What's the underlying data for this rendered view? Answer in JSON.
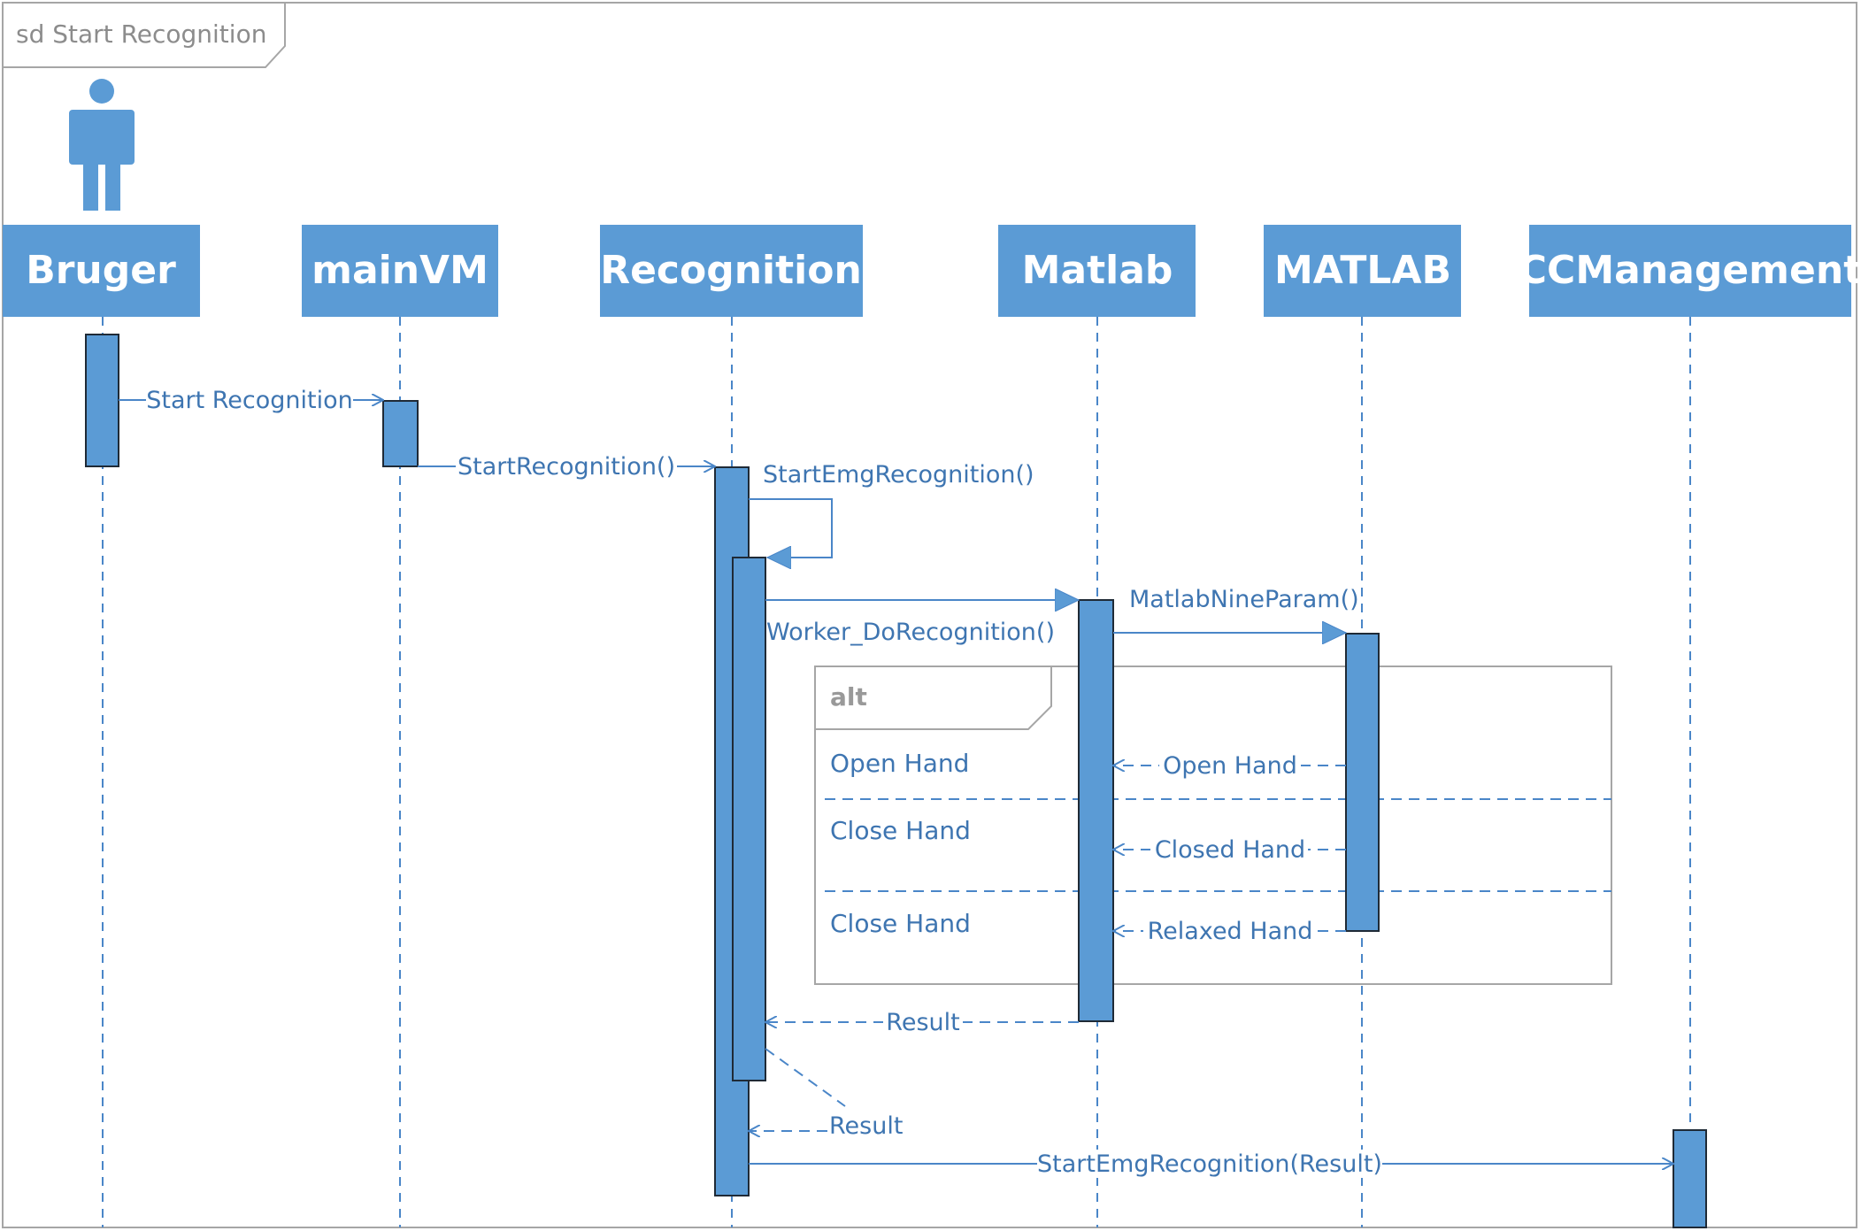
{
  "frame_title": "sd Start Recognition",
  "lifelines": [
    {
      "id": "bruger",
      "label": "Bruger",
      "is_actor": true
    },
    {
      "id": "mainvm",
      "label": "mainVM"
    },
    {
      "id": "recognition",
      "label": "Recognition"
    },
    {
      "id": "matlab",
      "label": "Matlab"
    },
    {
      "id": "matlab_engine",
      "label": "MATLAB"
    },
    {
      "id": "ccmanagement",
      "label": "CCManagement"
    }
  ],
  "messages": [
    {
      "label": "Start Recognition",
      "from": "Bruger",
      "to": "mainVM",
      "kind": "async"
    },
    {
      "label": "StartRecognition()",
      "from": "mainVM",
      "to": "Recognition",
      "kind": "async"
    },
    {
      "label": "StartEmgRecognition()",
      "from": "Recognition",
      "to": "Recognition",
      "kind": "self"
    },
    {
      "label": "Worker_DoRecognition()",
      "from": "Recognition",
      "to": "Matlab",
      "kind": "sync"
    },
    {
      "label": "MatlabNineParam()",
      "from": "Matlab",
      "to": "MATLAB",
      "kind": "sync"
    },
    {
      "label": "Open Hand",
      "from": "MATLAB",
      "to": "Matlab",
      "kind": "return"
    },
    {
      "label": "Closed Hand",
      "from": "MATLAB",
      "to": "Matlab",
      "kind": "return"
    },
    {
      "label": "Relaxed Hand",
      "from": "MATLAB",
      "to": "Matlab",
      "kind": "return"
    },
    {
      "label": "Result",
      "from": "Matlab",
      "to": "Recognition",
      "kind": "return"
    },
    {
      "label": "Result",
      "from": "Recognition",
      "to": "Recognition",
      "kind": "return"
    },
    {
      "label": "StartEmgRecognition(Result)",
      "from": "Recognition",
      "to": "CCManagement",
      "kind": "async"
    }
  ],
  "alt_fragment": {
    "operator": "alt",
    "guards": [
      "Open Hand",
      "Close Hand",
      "Close Hand"
    ]
  },
  "colors": {
    "box_fill": "#5b9bd5",
    "line": "#4a86c8",
    "text": "#3e75b1",
    "frame": "#a6a6a6"
  }
}
